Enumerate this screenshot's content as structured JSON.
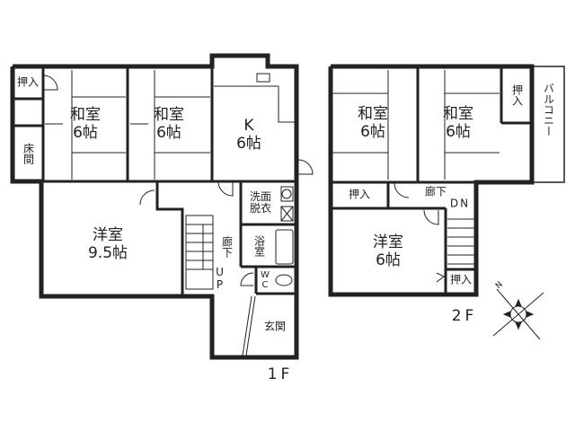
{
  "floor1": {
    "label": "1F",
    "rooms": {
      "oshiire": "押入",
      "tokonoma": "床間",
      "washitsu_a": {
        "name": "和室",
        "size": "6帖"
      },
      "washitsu_b": {
        "name": "和室",
        "size": "6帖"
      },
      "kitchen": {
        "name": "K",
        "size": "6帖"
      },
      "senmen": "洗面脱衣",
      "yoshitsu": {
        "name": "洋室",
        "size": "9.5帖"
      },
      "rouka": "廊下",
      "yokushitsu": "浴室",
      "wc": "WC",
      "up": "UP",
      "genkan": "玄関"
    }
  },
  "floor2": {
    "label": "2F",
    "rooms": {
      "washitsu_a": {
        "name": "和室",
        "size": "6帖"
      },
      "washitsu_b": {
        "name": "和室",
        "size": "6帖"
      },
      "oshiire_top": "押入",
      "balcony": "バルコニー",
      "oshiire_left": "押入",
      "rouka": "廊下",
      "dn": "DN",
      "yoshitsu": {
        "name": "洋室",
        "size": "6帖"
      },
      "oshiire_small": "押入"
    }
  },
  "compass": {
    "north": "N"
  }
}
